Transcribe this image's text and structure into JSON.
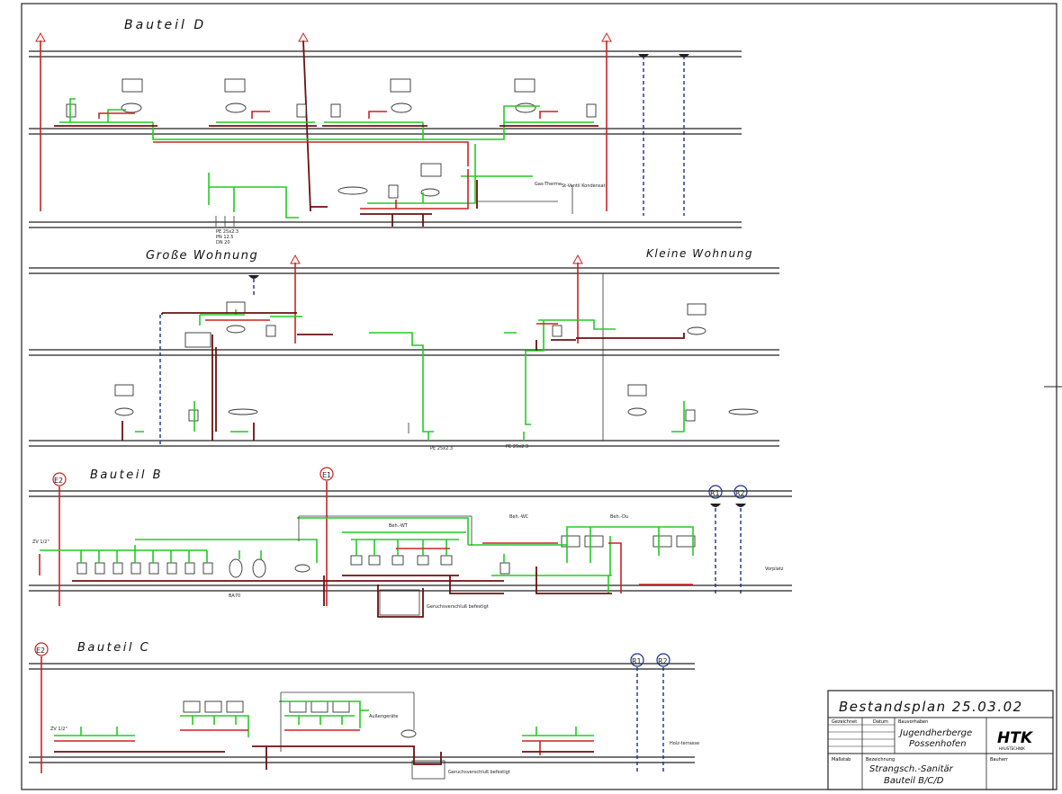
{
  "sections": {
    "bauteil_d": "Bauteil D",
    "grosse_wohnung": "Große Wohnung",
    "kleine_wohnung": "Kleine Wohnung",
    "bauteil_b": "Bauteil B",
    "bauteil_c": "Bauteil C"
  },
  "markers": {
    "e2_b": "E2",
    "e1_b": "E1",
    "r1_b": "R1",
    "r2_b": "R2",
    "e2_c": "E2",
    "r1_c": "R1",
    "r2_c": "R2"
  },
  "annotations": {
    "pe_spec_1": "PE 25x2.3",
    "pe_spec_2": "PN 12.5",
    "pe_spec_3": "DN 20",
    "gas_therme": "Gas-Therme",
    "st_ventil": "St-Ventil Kondensat",
    "pe_gw_1": "PE 25x2.3",
    "pe_gw_2": "PE 25x2.3",
    "beh_wc": "Beh.-WC",
    "beh_du": "Beh.-Du",
    "beh_wt": "Beh.-WT",
    "geruch_b": "Geruchsverschluß befestigt",
    "geruch_c": "Geruchsverschluß befestigt",
    "vorplatz": "Vorplatz",
    "aussengeraete": "Außengeräte",
    "holzterrasse": "Holz-terrasse",
    "zv": "ZV 1/2\"",
    "ba70": "BA70"
  },
  "title_block": {
    "title": "Bestandsplan 25.03.02",
    "gezeichnet": "Gezeichnet",
    "datum": "Datum",
    "bauvorhaben": "Bauvorhaben",
    "project_line1": "Jugendherberge",
    "project_line2": "Possenhofen",
    "massstab": "Maßstab",
    "bezeichnung": "Bezeichnung",
    "bauherr": "Bauherr",
    "desc_line1": "Strangsch.-Sanitär",
    "desc_line2": "Bauteil B/C/D",
    "logo": "HTK",
    "logo_sub": "HAUSTECHNIK"
  },
  "colors": {
    "cold_water": "#22cc22",
    "hot_water": "#cc2222",
    "waste": "#6b1010",
    "rain": "#1a2f8a"
  }
}
